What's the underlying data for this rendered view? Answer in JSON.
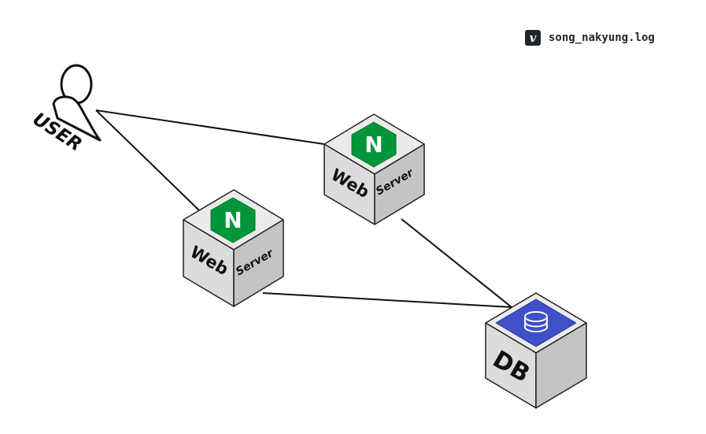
{
  "watermark": {
    "badge": "v",
    "text": "song_nakyung.log"
  },
  "user": {
    "label": "USER",
    "icon": "user-icon"
  },
  "servers": [
    {
      "word1": "Web",
      "word2": "Server",
      "icon": "nginx-icon",
      "icon_letter": "N",
      "brand_color": "#009639"
    },
    {
      "word1": "Web",
      "word2": "Server",
      "icon": "nginx-icon",
      "icon_letter": "N",
      "brand_color": "#009639"
    }
  ],
  "db": {
    "label": "DB",
    "icon": "database-icon",
    "accent_color": "#3F51C8"
  },
  "colors": {
    "cube_top": "#EBEBEB",
    "cube_left": "#DCDCDC",
    "cube_right": "#C4C4C4",
    "edge": "#111111"
  }
}
